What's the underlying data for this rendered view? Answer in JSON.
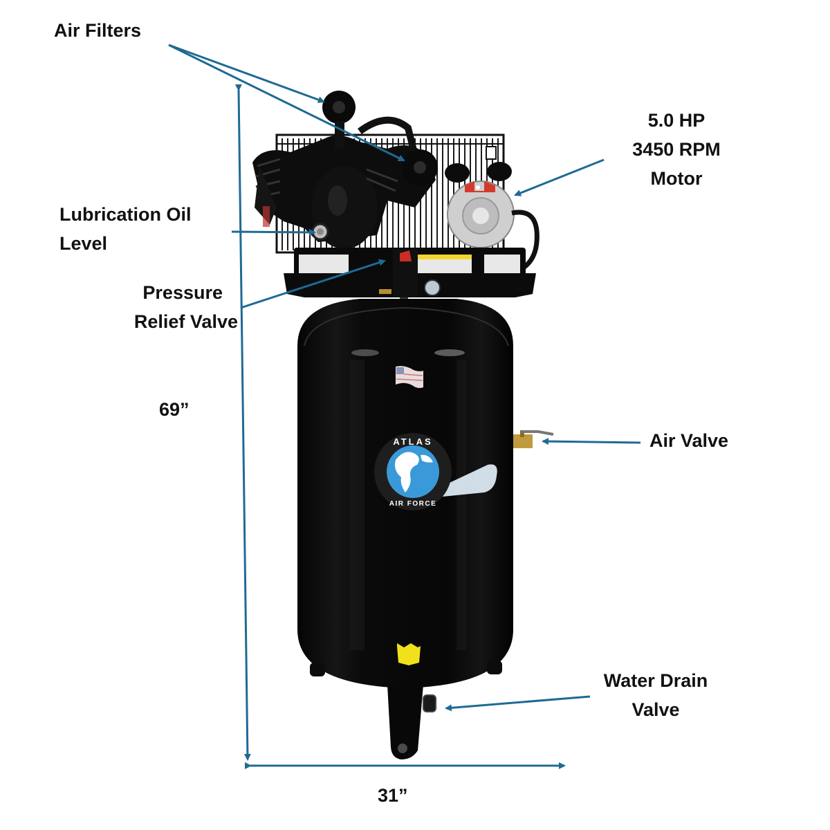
{
  "diagram": {
    "subject": "Atlas Air Force vertical air compressor",
    "accent_color": "#1f6a93",
    "callouts": [
      {
        "id": "air-filters",
        "lines": [
          "Air Filters"
        ]
      },
      {
        "id": "motor",
        "lines": [
          "5.0 HP",
          "3450 RPM",
          "Motor"
        ]
      },
      {
        "id": "lubrication-oil-level",
        "lines": [
          "Lubrication Oil",
          "Level"
        ]
      },
      {
        "id": "pressure-relief-valve",
        "lines": [
          "Pressure",
          "Relief Valve"
        ]
      },
      {
        "id": "air-valve",
        "lines": [
          "Air Valve"
        ]
      },
      {
        "id": "water-drain-valve",
        "lines": [
          "Water Drain",
          "Valve"
        ]
      }
    ],
    "dimensions": {
      "height": "69”",
      "width": "31”"
    },
    "tank_logo": {
      "top_text": "ATLAS",
      "bottom_text": "AIR FORCE",
      "globe_color": "#3a9ad9"
    }
  }
}
